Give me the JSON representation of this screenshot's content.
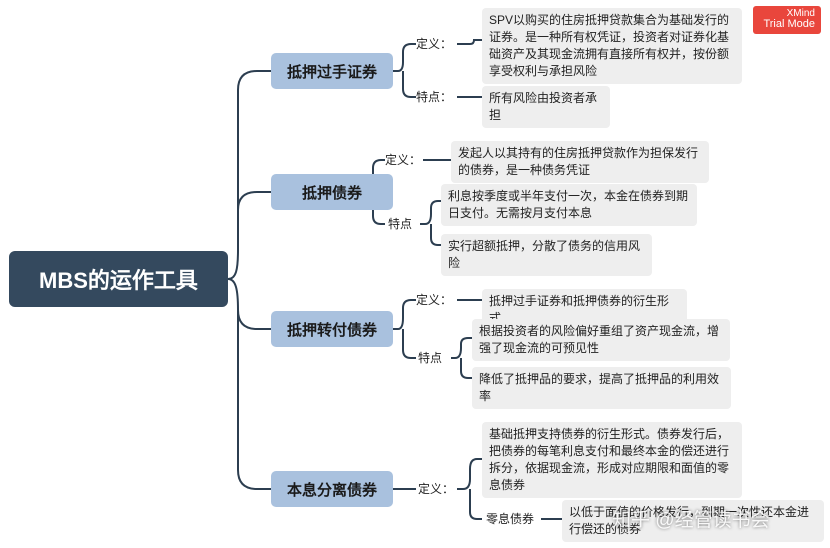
{
  "root": {
    "title": "MBS的运作工具"
  },
  "branches": [
    {
      "title": "抵押过手证券",
      "items": [
        {
          "label": "定义：",
          "texts": [
            "SPV以购买的住房抵押贷款集合为基础发行的证券。是一种所有权凭证，投资者对证券化基础资产及其现金流拥有直接所有权并，按份额享受权利与承担风险"
          ]
        },
        {
          "label": "特点：",
          "texts": [
            "所有风险由投资者承担"
          ]
        }
      ]
    },
    {
      "title": "抵押债券",
      "items": [
        {
          "label": "定义：",
          "texts": [
            "发起人以其持有的住房抵押贷款作为担保发行的债券，是一种债务凭证"
          ]
        },
        {
          "label": "特点",
          "texts": [
            "利息按季度或半年支付一次，本金在债券到期日支付。无需按月支付本息",
            "实行超额抵押，分散了债务的信用风险"
          ]
        }
      ]
    },
    {
      "title": "抵押转付债券",
      "items": [
        {
          "label": "定义：",
          "texts": [
            "抵押过手证券和抵押债券的衍生形式"
          ]
        },
        {
          "label": "特点",
          "texts": [
            "根据投资者的风险偏好重组了资产现金流，增强了现金流的可预见性",
            "降低了抵押品的要求，提高了抵押品的利用效率"
          ]
        }
      ]
    },
    {
      "title": "本息分离债券",
      "items": [
        {
          "label": "定义：",
          "texts": [
            "基础抵押支持债券的衍生形式。债券发行后，把债券的每笔利息支付和最终本金的偿还进行拆分，依据现金流，形成对应期限和面值的零息债券"
          ],
          "sub": {
            "label": "零息债券",
            "text": "以低于面值的价格发行，到期一次性还本金进行偿还的债券"
          }
        }
      ]
    }
  ],
  "watermark": {
    "line1": "XMind",
    "line2": "Trial Mode"
  },
  "overlay": {
    "text": "知乎 @经管读书会"
  }
}
